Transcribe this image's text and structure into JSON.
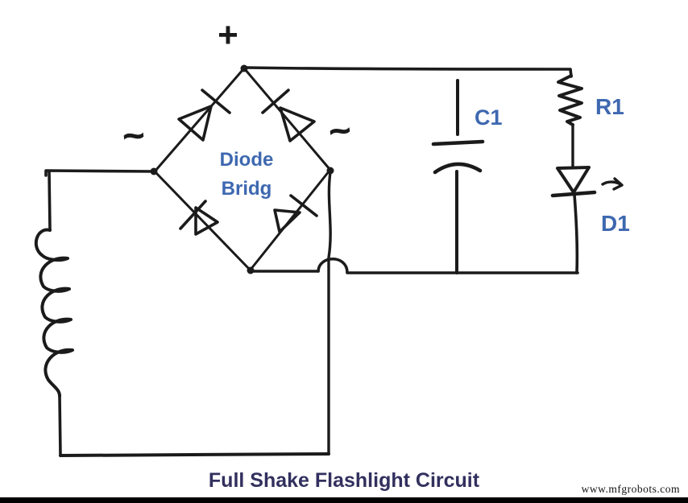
{
  "diagram": {
    "title": "Full Shake Flashlight Circuit",
    "watermark": "www.mfgrobots.com",
    "polarity_plus": "+",
    "ac_tilde_left": "~",
    "ac_tilde_right": "~",
    "bridge_label_line1": "Diode",
    "bridge_label_line2": "Bridg",
    "components": {
      "capacitor": "C1",
      "resistor": "R1",
      "led": "D1"
    },
    "icon_names": [
      "diode-bridge",
      "inductor-coil",
      "capacitor-symbol",
      "resistor-zigzag",
      "led-symbol",
      "wire-hop"
    ],
    "colors": {
      "ink": "#1b1b1b",
      "label_blue": "#3E68B0",
      "title_navy": "#32305E",
      "background": "#ffffff",
      "footer_bar": "#000000"
    }
  }
}
